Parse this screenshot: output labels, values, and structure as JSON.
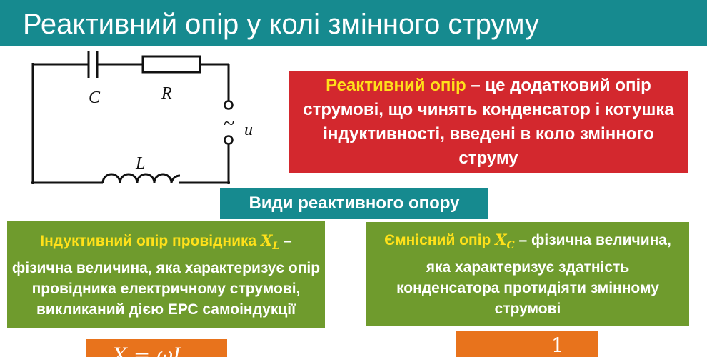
{
  "title": "Реактивний опір у колі змінного струму",
  "circuit": {
    "label_c": "C",
    "label_r": "R",
    "label_l": "L",
    "label_u": "u",
    "label_tilde": "~"
  },
  "definition": {
    "term": "Реактивний опір",
    "text": " – це додатковий опір струмові, що чинять конденсатор і котушка індуктивності, введені в коло змінного струму"
  },
  "types_heading": "Види реактивного опору",
  "inductive": {
    "term": "Індуктивний опір провідника",
    "symbol": "X",
    "symbol_sub": "L",
    "text": " – фізична величина, яка характеризує опір провідника електричному струмові, викликаний дією ЕРС самоіндукції"
  },
  "capacitive": {
    "term": "Ємнісний опір",
    "symbol": "X",
    "symbol_sub": "C",
    "text": " – фізична величина, яка характеризує здатність конденсатора протидіяти змінному струмові"
  },
  "formula_left": "X = ωL",
  "formula_right_numerator": "1",
  "colors": {
    "teal": "#168a8f",
    "red": "#d3282e",
    "green": "#6f9b2d",
    "orange": "#e8731c",
    "highlight": "#ffe11a"
  }
}
